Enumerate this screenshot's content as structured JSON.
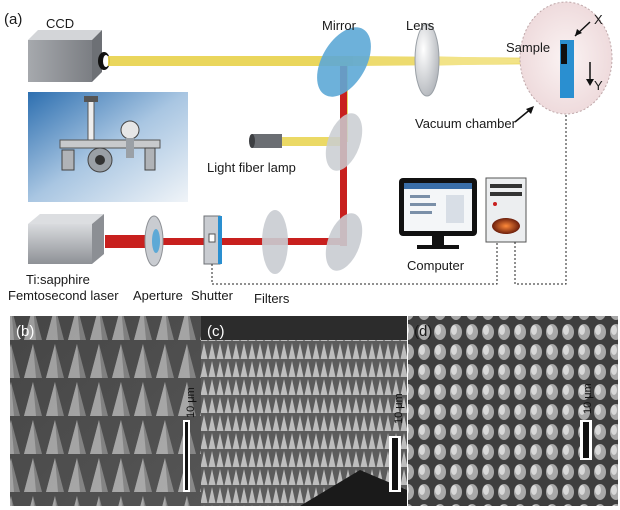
{
  "setup": {
    "panel_label": "(a)",
    "labels": {
      "ccd": "CCD",
      "mirror": "Mirror",
      "lens": "Lens",
      "sample": "Sample",
      "x_axis": "X",
      "y_axis": "Y",
      "vacuum_chamber": "Vacuum chamber",
      "light_fiber_lamp": "Light fiber lamp",
      "computer": "Computer",
      "laser_line1": "Ti:sapphire",
      "laser_line2": "Femtosecond laser",
      "aperture": "Aperture",
      "shutter": "Shutter",
      "filters": "Filters"
    },
    "colors": {
      "laser_red": "#c8201e",
      "probe_yellow": "#e8d24a",
      "optic_blue": "#5da9d6",
      "optic_gray": "#c9ccd1",
      "sample_blue": "#2a8fd0",
      "chamber_fill": "#f6e9ea"
    }
  },
  "sem_panels": [
    {
      "label": "(b)",
      "scale_text": "10 μm"
    },
    {
      "label": "(c)",
      "scale_text": "10 μm"
    },
    {
      "label": "(d)",
      "scale_text": "10 μm"
    }
  ]
}
